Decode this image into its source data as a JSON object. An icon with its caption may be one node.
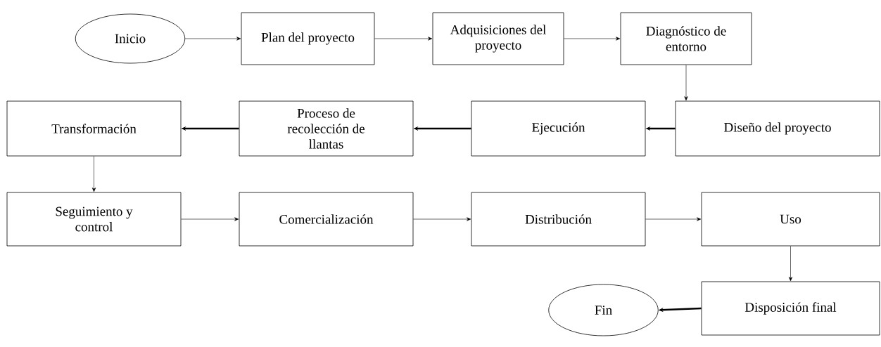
{
  "diagram": {
    "nodes": [
      {
        "text": [
          "Inicio"
        ]
      },
      {
        "text": [
          "Plan del proyecto"
        ]
      },
      {
        "text": [
          "Adquisiciones del proyecto"
        ]
      },
      {
        "text": [
          "Diagnóstico de entorno"
        ]
      },
      {
        "text": [
          "Diseño del proyecto"
        ]
      },
      {
        "text": [
          "Ejecución"
        ]
      },
      {
        "text": [
          "Proceso de recolección de llantas"
        ]
      },
      {
        "text": [
          "Transformación"
        ]
      },
      {
        "text": [
          "Seguimiento y control"
        ]
      },
      {
        "text": [
          "Comercialización"
        ]
      },
      {
        "text": [
          "Distribución"
        ]
      },
      {
        "text": [
          "Uso"
        ]
      },
      {
        "text": [
          "Disposición final"
        ]
      },
      {
        "text": [
          "Fin"
        ]
      }
    ],
    "edges": [
      {
        "from": 0,
        "to": 1,
        "arrow": "to"
      },
      {
        "from": 1,
        "to": 2,
        "arrow": "to"
      },
      {
        "from": 2,
        "to": 3,
        "arrow": "to"
      },
      {
        "from": 3,
        "to": 4,
        "arrow": "to"
      },
      {
        "from": 4,
        "to": 5,
        "arrow": "to",
        "style": "thick"
      },
      {
        "from": 5,
        "to": 6,
        "arrow": "to",
        "style": "thick"
      },
      {
        "from": 6,
        "to": 7,
        "arrow": "to",
        "style": "thick"
      },
      {
        "from": 7,
        "to": 8,
        "arrow": "to"
      },
      {
        "from": 8,
        "to": 9,
        "arrow": "to"
      },
      {
        "from": 9,
        "to": 10,
        "arrow": "to"
      },
      {
        "from": 10,
        "to": 11,
        "arrow": "to"
      },
      {
        "from": 11,
        "to": 12,
        "arrow": "to"
      },
      {
        "from": 12,
        "to": 13,
        "arrow": "to",
        "style": "thick"
      }
    ]
  }
}
